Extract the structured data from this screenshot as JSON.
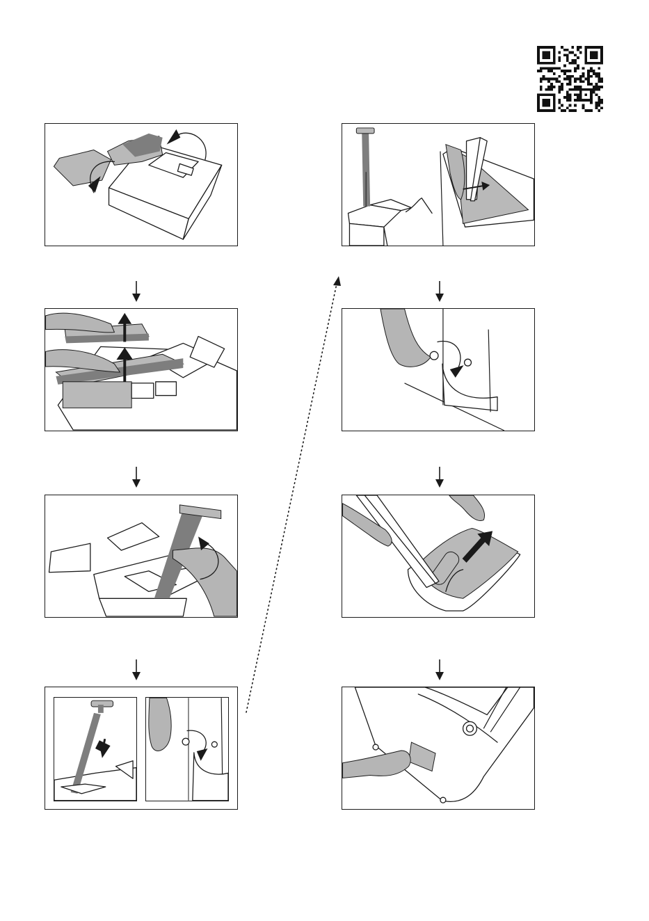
{
  "qr_code": {
    "icon": "qr-code-icon"
  },
  "steps": [
    {
      "id": 1,
      "column": "left",
      "illustration": "open-box-flaps",
      "arrows": [
        "curved-arrow",
        "curved-arrow"
      ]
    },
    {
      "id": 2,
      "column": "left",
      "illustration": "lift-foam-pads",
      "arrows": [
        "up-arrow",
        "up-arrow"
      ]
    },
    {
      "id": 3,
      "column": "left",
      "illustration": "remove-column",
      "arrows": [
        "curved-arrow"
      ]
    },
    {
      "id": 4,
      "column": "left",
      "illustration": "fold-column-and-screw",
      "arrows": [
        "down-arrow",
        "curved-arrow"
      ]
    },
    {
      "id": 5,
      "column": "right",
      "illustration": "column-upright-insert",
      "arrows": [
        "right-arrow"
      ]
    },
    {
      "id": 6,
      "column": "right",
      "illustration": "tighten-knob",
      "arrows": [
        "curved-arrow"
      ]
    },
    {
      "id": 7,
      "column": "right",
      "illustration": "remove-protective-film",
      "arrows": [
        "diagonal-arrow"
      ]
    },
    {
      "id": 8,
      "column": "right",
      "illustration": "insert-card-in-base",
      "arrows": []
    }
  ],
  "colors": {
    "line": "#1a1a1a",
    "fill_light": "#b9b9b9",
    "fill_dark": "#7e7e7e",
    "background": "#ffffff"
  }
}
